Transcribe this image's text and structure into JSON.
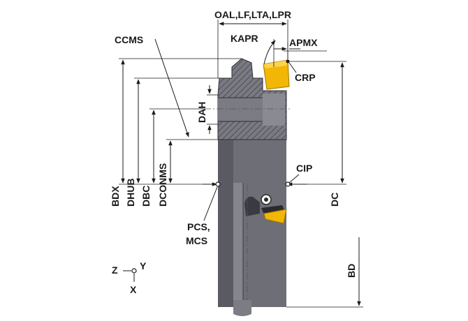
{
  "labels": {
    "oal": "OAL,LF,LTA,LPR",
    "kapr": "KAPR",
    "apmx": "APMX",
    "ccms": "CCMS",
    "crp": "CRP",
    "dah": "DAH",
    "cip": "CIP",
    "bdx": "BDX",
    "dhub": "DHUB",
    "dbc": "DBC",
    "dconms": "DCONMS",
    "dc": "DC",
    "pcs": "PCS,",
    "mcs": "MCS",
    "bd": "BD",
    "axis_z": "Z",
    "axis_y": "Y",
    "axis_x": "X"
  },
  "colors": {
    "body": "#6e6e76",
    "body_dark": "#4a4a52",
    "body_light": "#8a8a92",
    "insert": "#f2b705",
    "line": "#1a1a1a"
  }
}
